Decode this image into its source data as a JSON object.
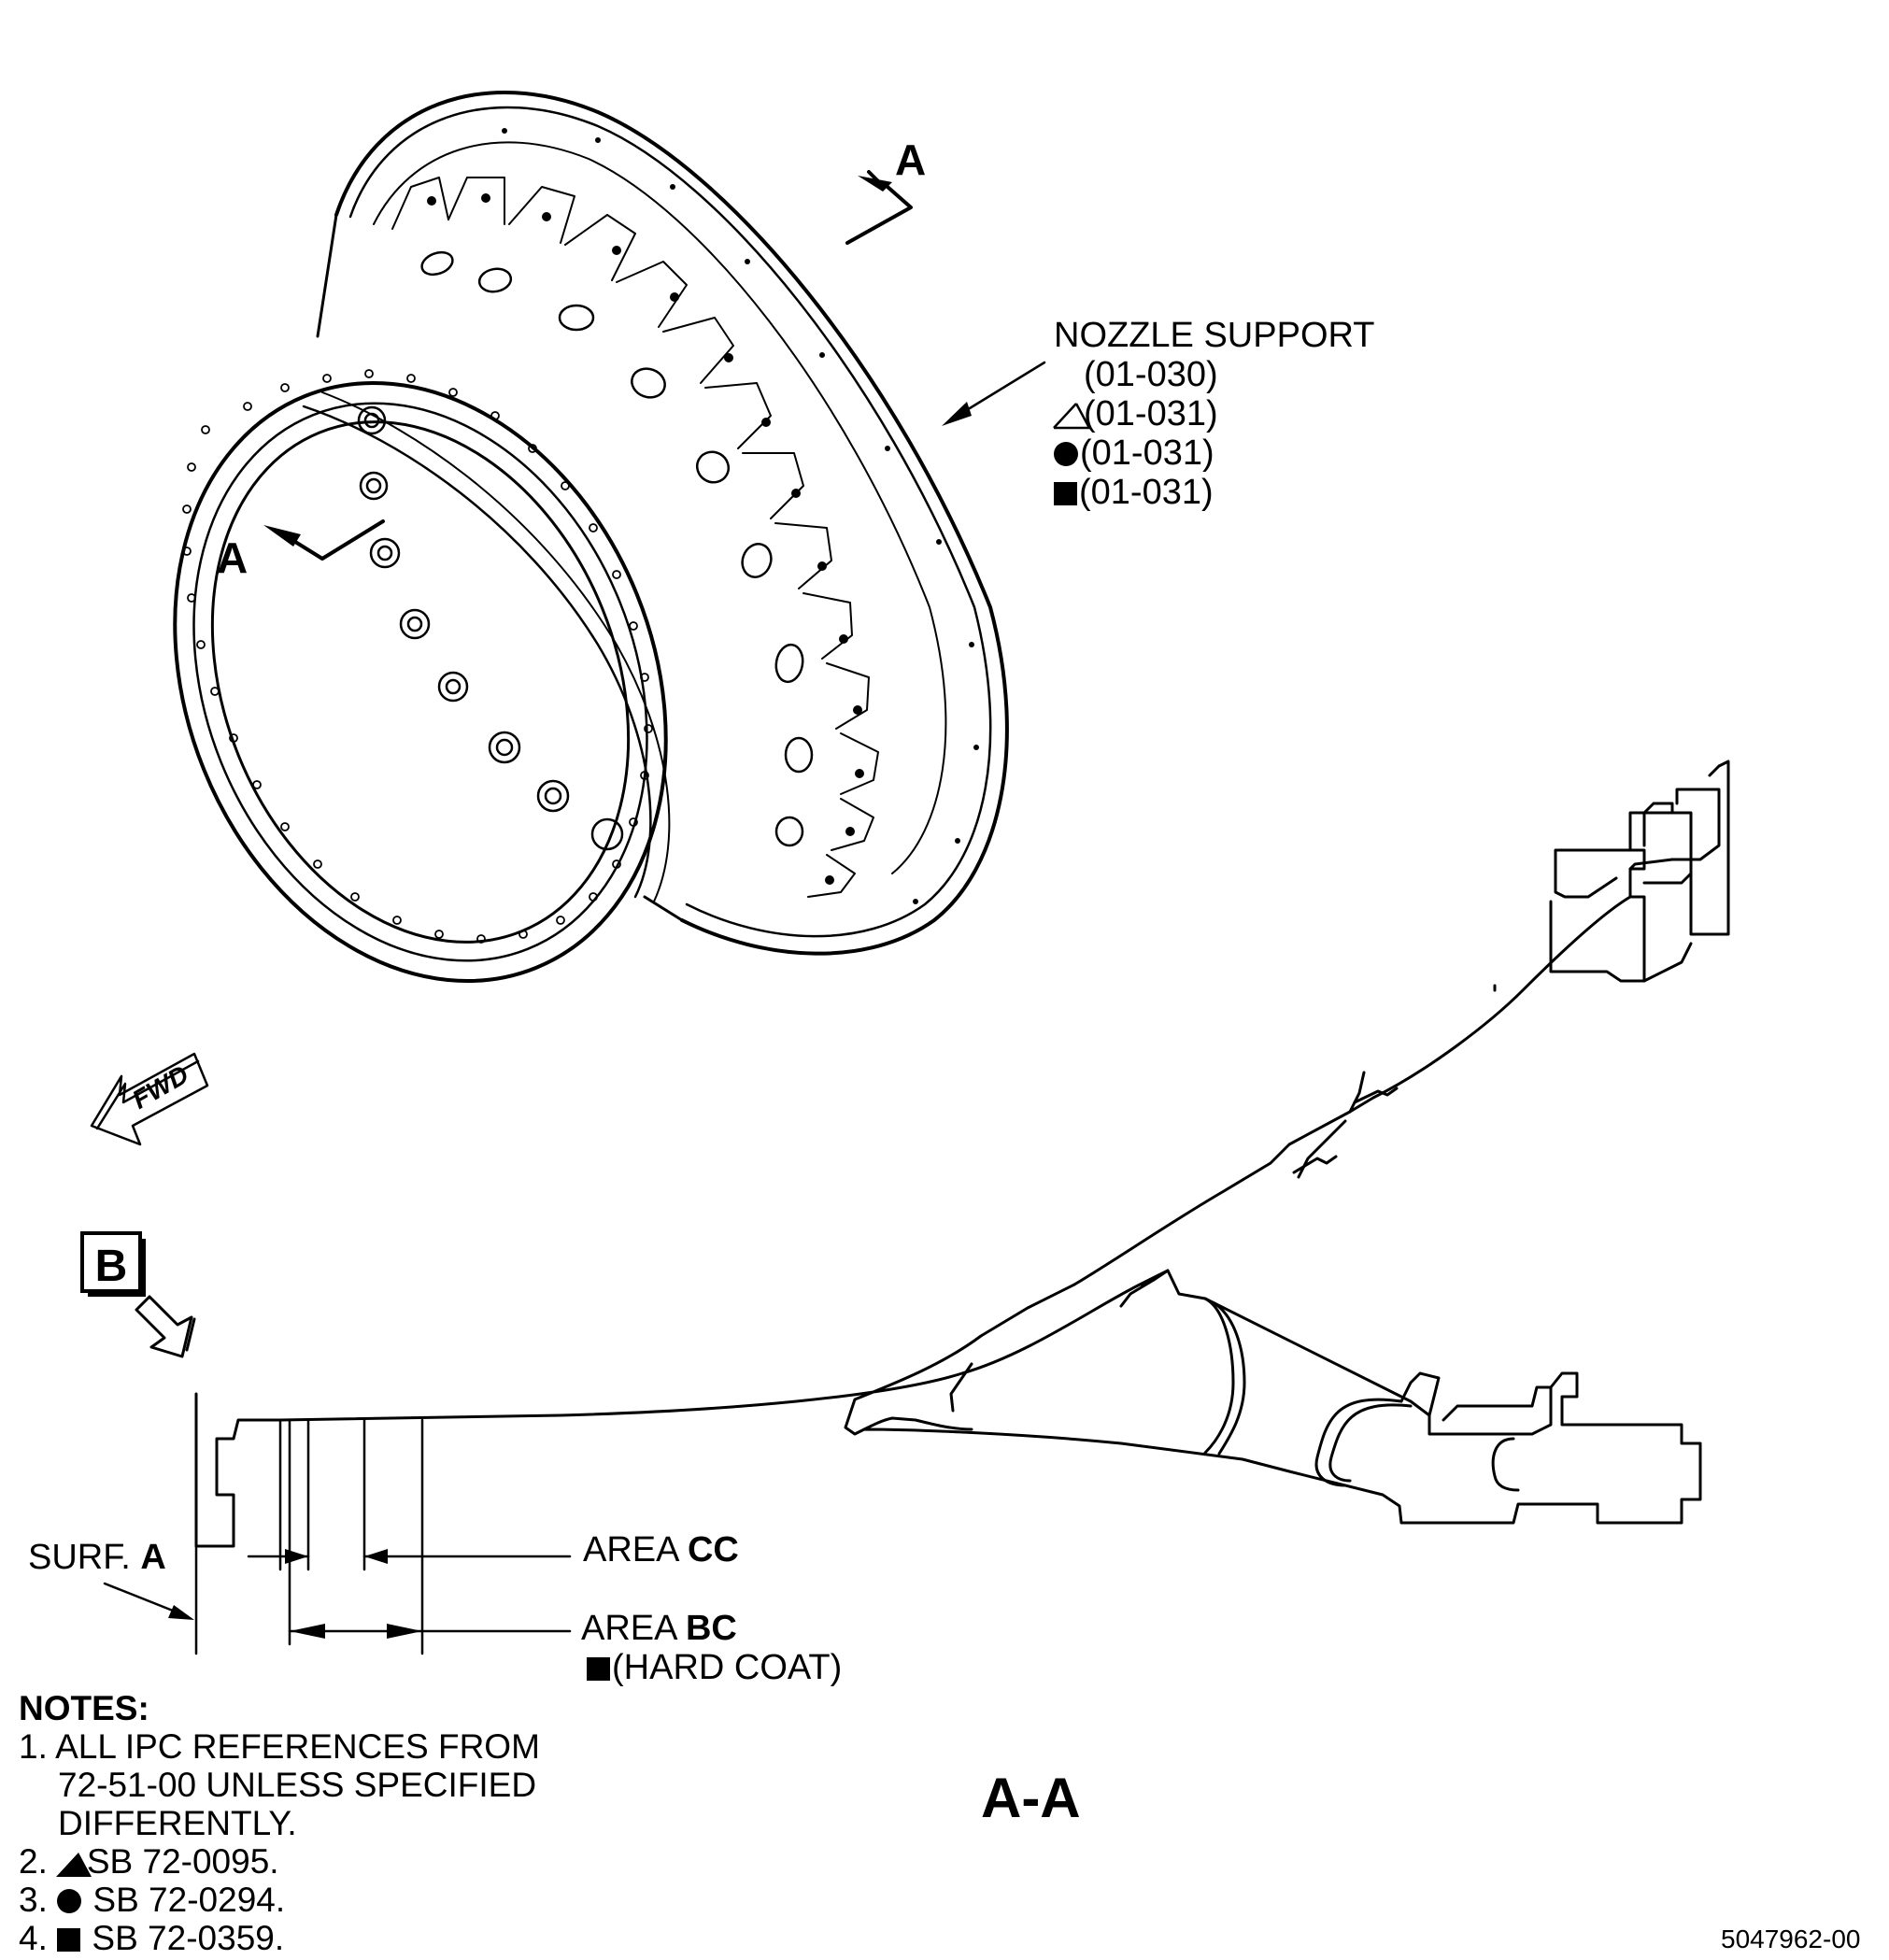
{
  "section_marks": {
    "top": "A",
    "left": "A"
  },
  "part_callout": {
    "name": "NOZZLE SUPPORT",
    "refs": [
      {
        "symbol": "none",
        "text": "(01-030)"
      },
      {
        "symbol": "sb-triangle-icon",
        "text": "(01-031)"
      },
      {
        "symbol": "filled-circle-icon",
        "text": "(01-031)"
      },
      {
        "symbol": "filled-square-icon",
        "text": "(01-031)"
      }
    ]
  },
  "fwd_arrow": {
    "label": "FWD"
  },
  "detail_box": {
    "label": "B"
  },
  "surf_label": {
    "prefix": "SURF.",
    "letter": "A"
  },
  "area_cc": {
    "prefix": "AREA",
    "code": "CC"
  },
  "area_bc": {
    "prefix": "AREA",
    "code": "BC",
    "note": "(HARD COAT)"
  },
  "section_view": {
    "title": "A-A"
  },
  "notes": {
    "heading": "NOTES:",
    "items": [
      {
        "num": "1.",
        "lines": [
          "ALL IPC REFERENCES FROM",
          "72-51-00 UNLESS SPECIFIED",
          "DIFFERENTLY."
        ]
      },
      {
        "num": "2.",
        "symbol": "sb-triangle-icon",
        "text": "SB 72-0095."
      },
      {
        "num": "3.",
        "symbol": "filled-circle-icon",
        "text": "SB 72-0294."
      },
      {
        "num": "4.",
        "symbol": "filled-square-icon",
        "text": "SB 72-0359."
      }
    ]
  },
  "drawing_number": "5047962-00"
}
